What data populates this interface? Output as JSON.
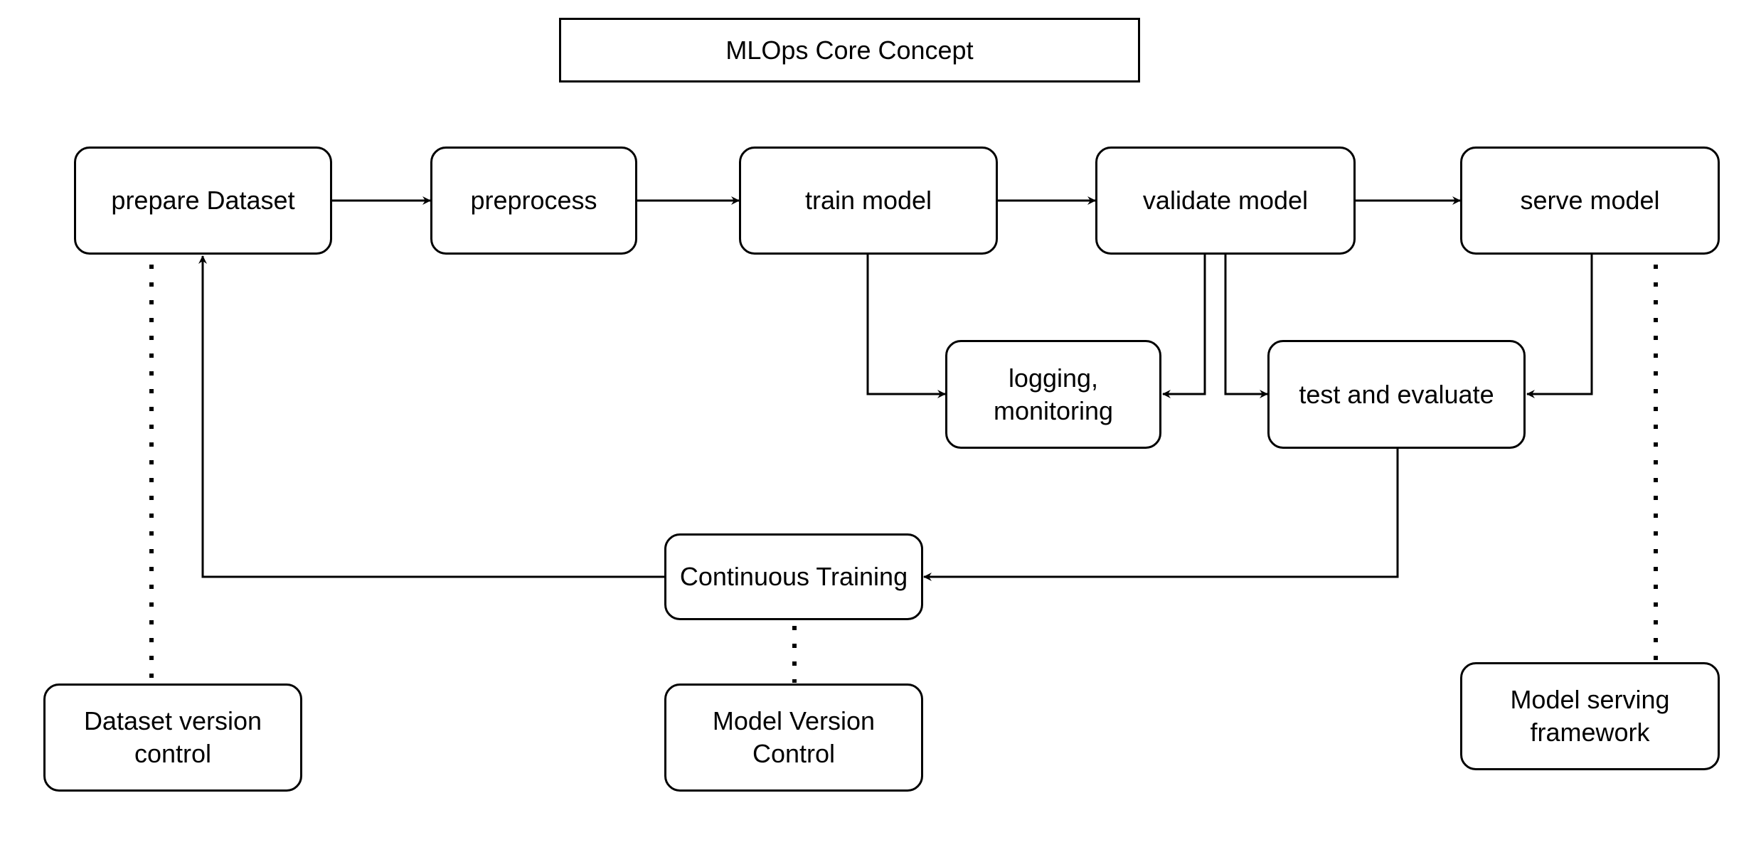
{
  "diagram": {
    "title": "MLOps Core Concept",
    "nodes": {
      "prepare_dataset": "prepare Dataset",
      "preprocess": "preprocess",
      "train_model": "train model",
      "validate_model": "validate model",
      "serve_model": "serve model",
      "logging_monitoring": "logging,\nmonitoring",
      "test_evaluate": "test and evaluate",
      "continuous_training": "Continuous Training",
      "dataset_version_control": "Dataset version\ncontrol",
      "model_version_control": "Model Version\nControl",
      "model_serving_framework": "Model serving\nframework"
    },
    "edges": [
      {
        "from": "prepare_dataset",
        "to": "preprocess",
        "style": "solid-arrow"
      },
      {
        "from": "preprocess",
        "to": "train_model",
        "style": "solid-arrow"
      },
      {
        "from": "train_model",
        "to": "validate_model",
        "style": "solid-arrow"
      },
      {
        "from": "validate_model",
        "to": "serve_model",
        "style": "solid-arrow"
      },
      {
        "from": "train_model",
        "to": "logging_monitoring",
        "style": "solid-arrow"
      },
      {
        "from": "validate_model",
        "to": "logging_monitoring",
        "style": "solid-arrow"
      },
      {
        "from": "validate_model",
        "to": "test_evaluate",
        "style": "solid-arrow"
      },
      {
        "from": "serve_model",
        "to": "test_evaluate",
        "style": "solid-arrow"
      },
      {
        "from": "test_evaluate",
        "to": "continuous_training",
        "style": "solid-arrow"
      },
      {
        "from": "continuous_training",
        "to": "prepare_dataset",
        "style": "solid-arrow"
      },
      {
        "from": "prepare_dataset",
        "to": "dataset_version_control",
        "style": "dotted"
      },
      {
        "from": "continuous_training",
        "to": "model_version_control",
        "style": "dotted"
      },
      {
        "from": "serve_model",
        "to": "model_serving_framework",
        "style": "dotted"
      }
    ]
  }
}
